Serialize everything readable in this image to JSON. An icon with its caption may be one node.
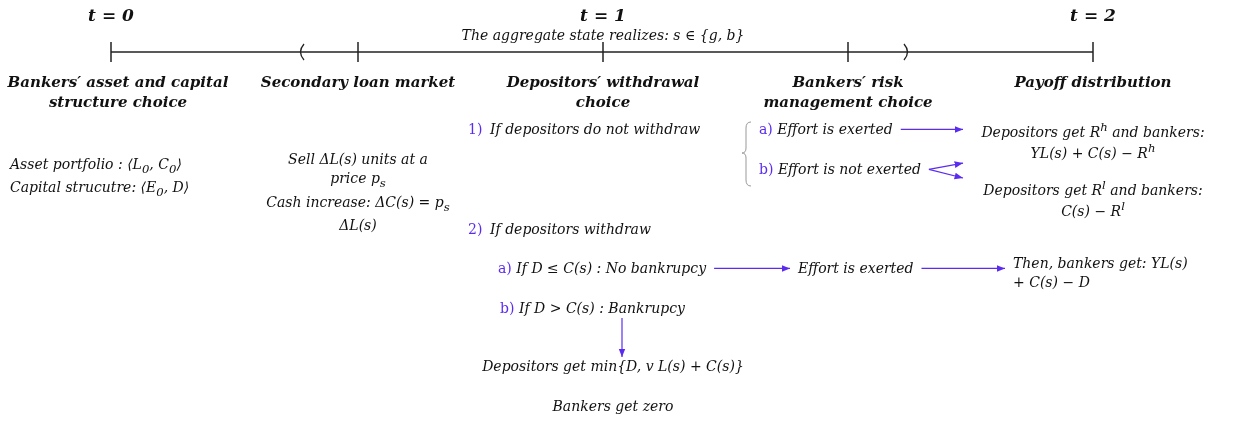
{
  "diagram": {
    "nodes": [
      {
        "text": [
          "a)",
          "Effort is exerted"
        ]
      },
      {
        "text": [
          "Depositors get R$^{h}$ and bankers: YL(s) + C(s) − R$^{h}$"
        ]
      },
      {
        "text": [
          "b)",
          "Effort is not exerted"
        ]
      },
      {
        "text": [
          "Depositors get R$^{l}$ and bankers: C(s) − R$^{l}$"
        ]
      },
      {
        "text": [
          "a)",
          "If D ≤ C(s) : No bankrupcy"
        ]
      },
      {
        "text": [
          "Effort is exerted"
        ]
      },
      {
        "text": [
          "Then, bankers get: YL(s) + C(s) − D"
        ]
      },
      {
        "text": [
          "b)",
          "If D > C(s) : Bankrupcy"
        ]
      },
      {
        "text": [
          "Depositors get min{D, v L(s) + C(s)}"
        ]
      }
    ],
    "edges": [
      {
        "from": 0,
        "to": 1,
        "arrow": "to"
      },
      {
        "from": 2,
        "to": 1,
        "arrow": "to"
      },
      {
        "from": 2,
        "to": 3,
        "arrow": "to"
      },
      {
        "from": 4,
        "to": 5,
        "arrow": "to"
      },
      {
        "from": 5,
        "to": 6,
        "arrow": "to"
      },
      {
        "from": 7,
        "to": 8,
        "arrow": "to"
      }
    ],
    "labels": [
      "t = 0",
      "t = 1",
      "t = 2",
      "The aggregate state realizes: s ∈ {g, b}",
      "Bankers′ asset and capital structure choice",
      "Secondary loan market",
      "Depositors′ withdrawal choice",
      "Bankers′ risk management choice",
      "Payoff distribution",
      "Asset portfolio : ⟨L$_{0}$, C$_{0}$⟩",
      "Capital strucutre: ⟨E$_{0}$, D⟩",
      "Sell ΔL(s) units at a price p$_{s}$",
      "Cash increase: ΔC(s) = p$_{s}$ ΔL(s)",
      "1)",
      "If depositors do not withdraw",
      "2)",
      "If depositors withdraw",
      "Bankers get zero"
    ]
  }
}
